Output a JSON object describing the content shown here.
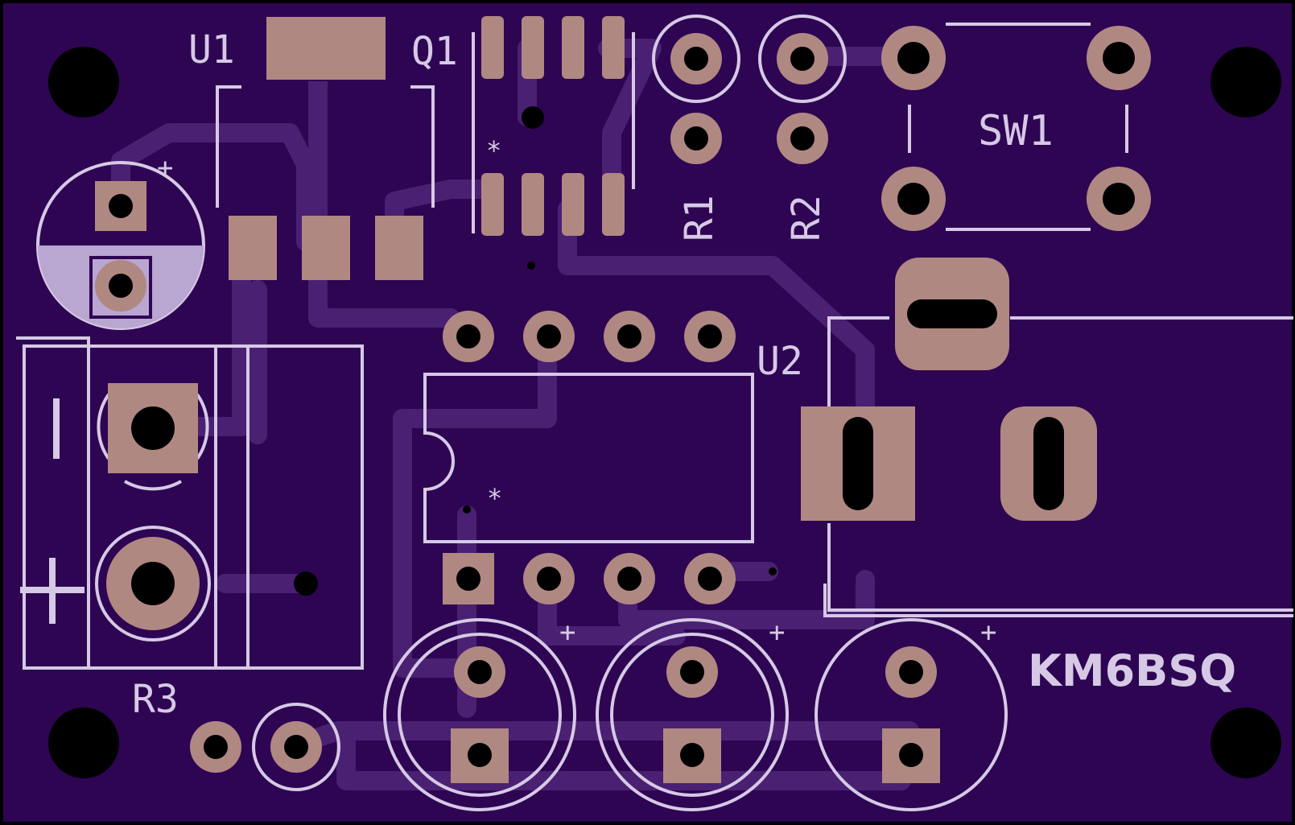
{
  "colors": {
    "board": "#2e0552",
    "board_border": "#000000",
    "trace": "#4a2072",
    "copper": "#b08882",
    "silk": "#d6c9e6",
    "drill": "#000000"
  },
  "labels": {
    "u1": "U1",
    "q1": "Q1",
    "r1": "R1",
    "r2": "R2",
    "sw1": "SW1",
    "u2": "U2",
    "r3": "R3",
    "callsign": "KM6BSQ",
    "plus": "+",
    "star": "*"
  }
}
